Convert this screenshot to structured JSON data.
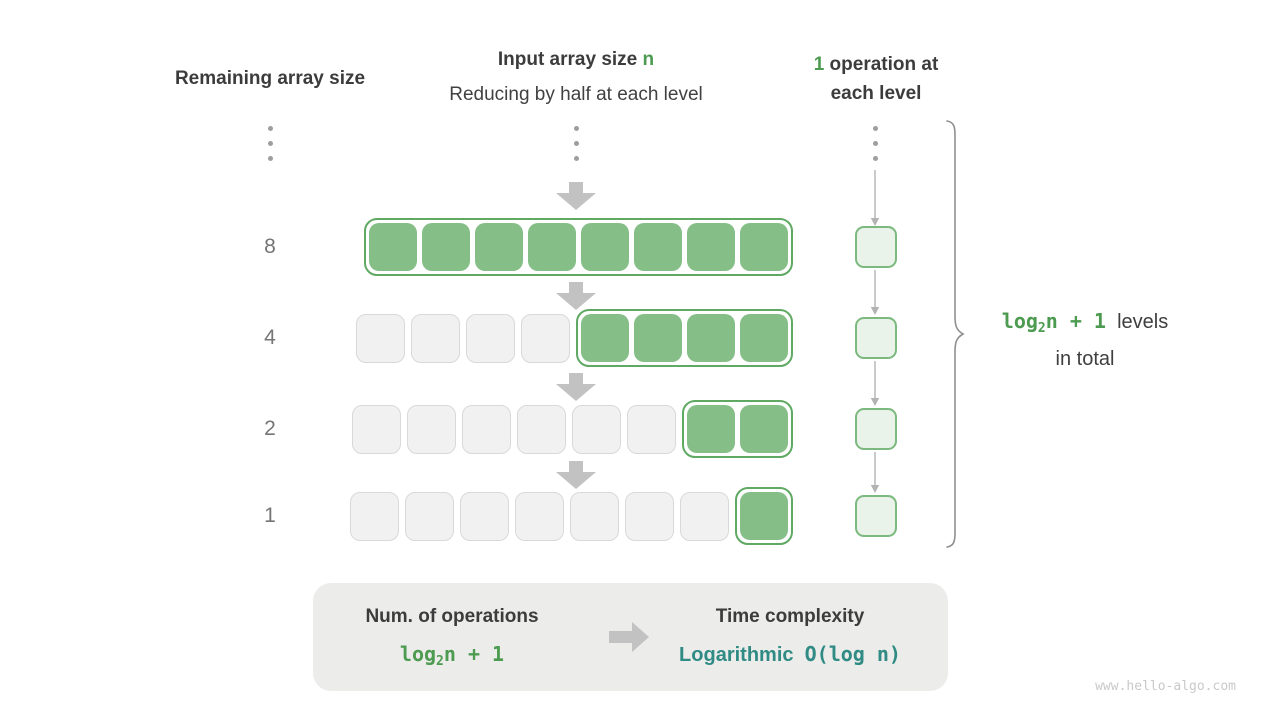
{
  "columns": {
    "left_header": "Remaining array size",
    "center_header": {
      "prefix": "Input array size ",
      "highlight": "n"
    },
    "center_subheader": "Reducing by half at each level",
    "right_header": {
      "highlight": "1",
      "rest": " operation at",
      "line2": "each level"
    }
  },
  "levels": [
    {
      "remaining": "8",
      "gray_cells": 0,
      "green_cells": 8
    },
    {
      "remaining": "4",
      "gray_cells": 4,
      "green_cells": 4
    },
    {
      "remaining": "2",
      "gray_cells": 6,
      "green_cells": 2
    },
    {
      "remaining": "1",
      "gray_cells": 7,
      "green_cells": 1
    }
  ],
  "levels_annotation": {
    "formula": {
      "base": "log",
      "subscript": "2",
      "rest": "n + 1"
    },
    "line1_text": "levels",
    "line2_text": "in total"
  },
  "summary": {
    "operations_title": "Num. of operations",
    "operations_formula": {
      "base": "log",
      "subscript": "2",
      "rest": "n + 1"
    },
    "complexity_title": "Time complexity",
    "complexity_name": "Logarithmic",
    "complexity_notation": "O(log n)"
  },
  "watermark": "www.hello-algo.com",
  "colors": {
    "green_text": "#4c9b50",
    "teal_text": "#2f8b84",
    "cell_green": "#85bf87",
    "group_border": "#5fa963",
    "mini_cell_bg": "#e9f3e9",
    "mini_cell_border": "#7cb97f",
    "gray_cell_bg": "#f1f1f1",
    "gray_cell_border": "#d9d9d9",
    "arrow_gray": "#c2c2c2",
    "text_dark": "#3c3c3c",
    "label_gray": "#757575",
    "summary_bg": "#ececeb",
    "watermark_gray": "#c9c9c9"
  }
}
